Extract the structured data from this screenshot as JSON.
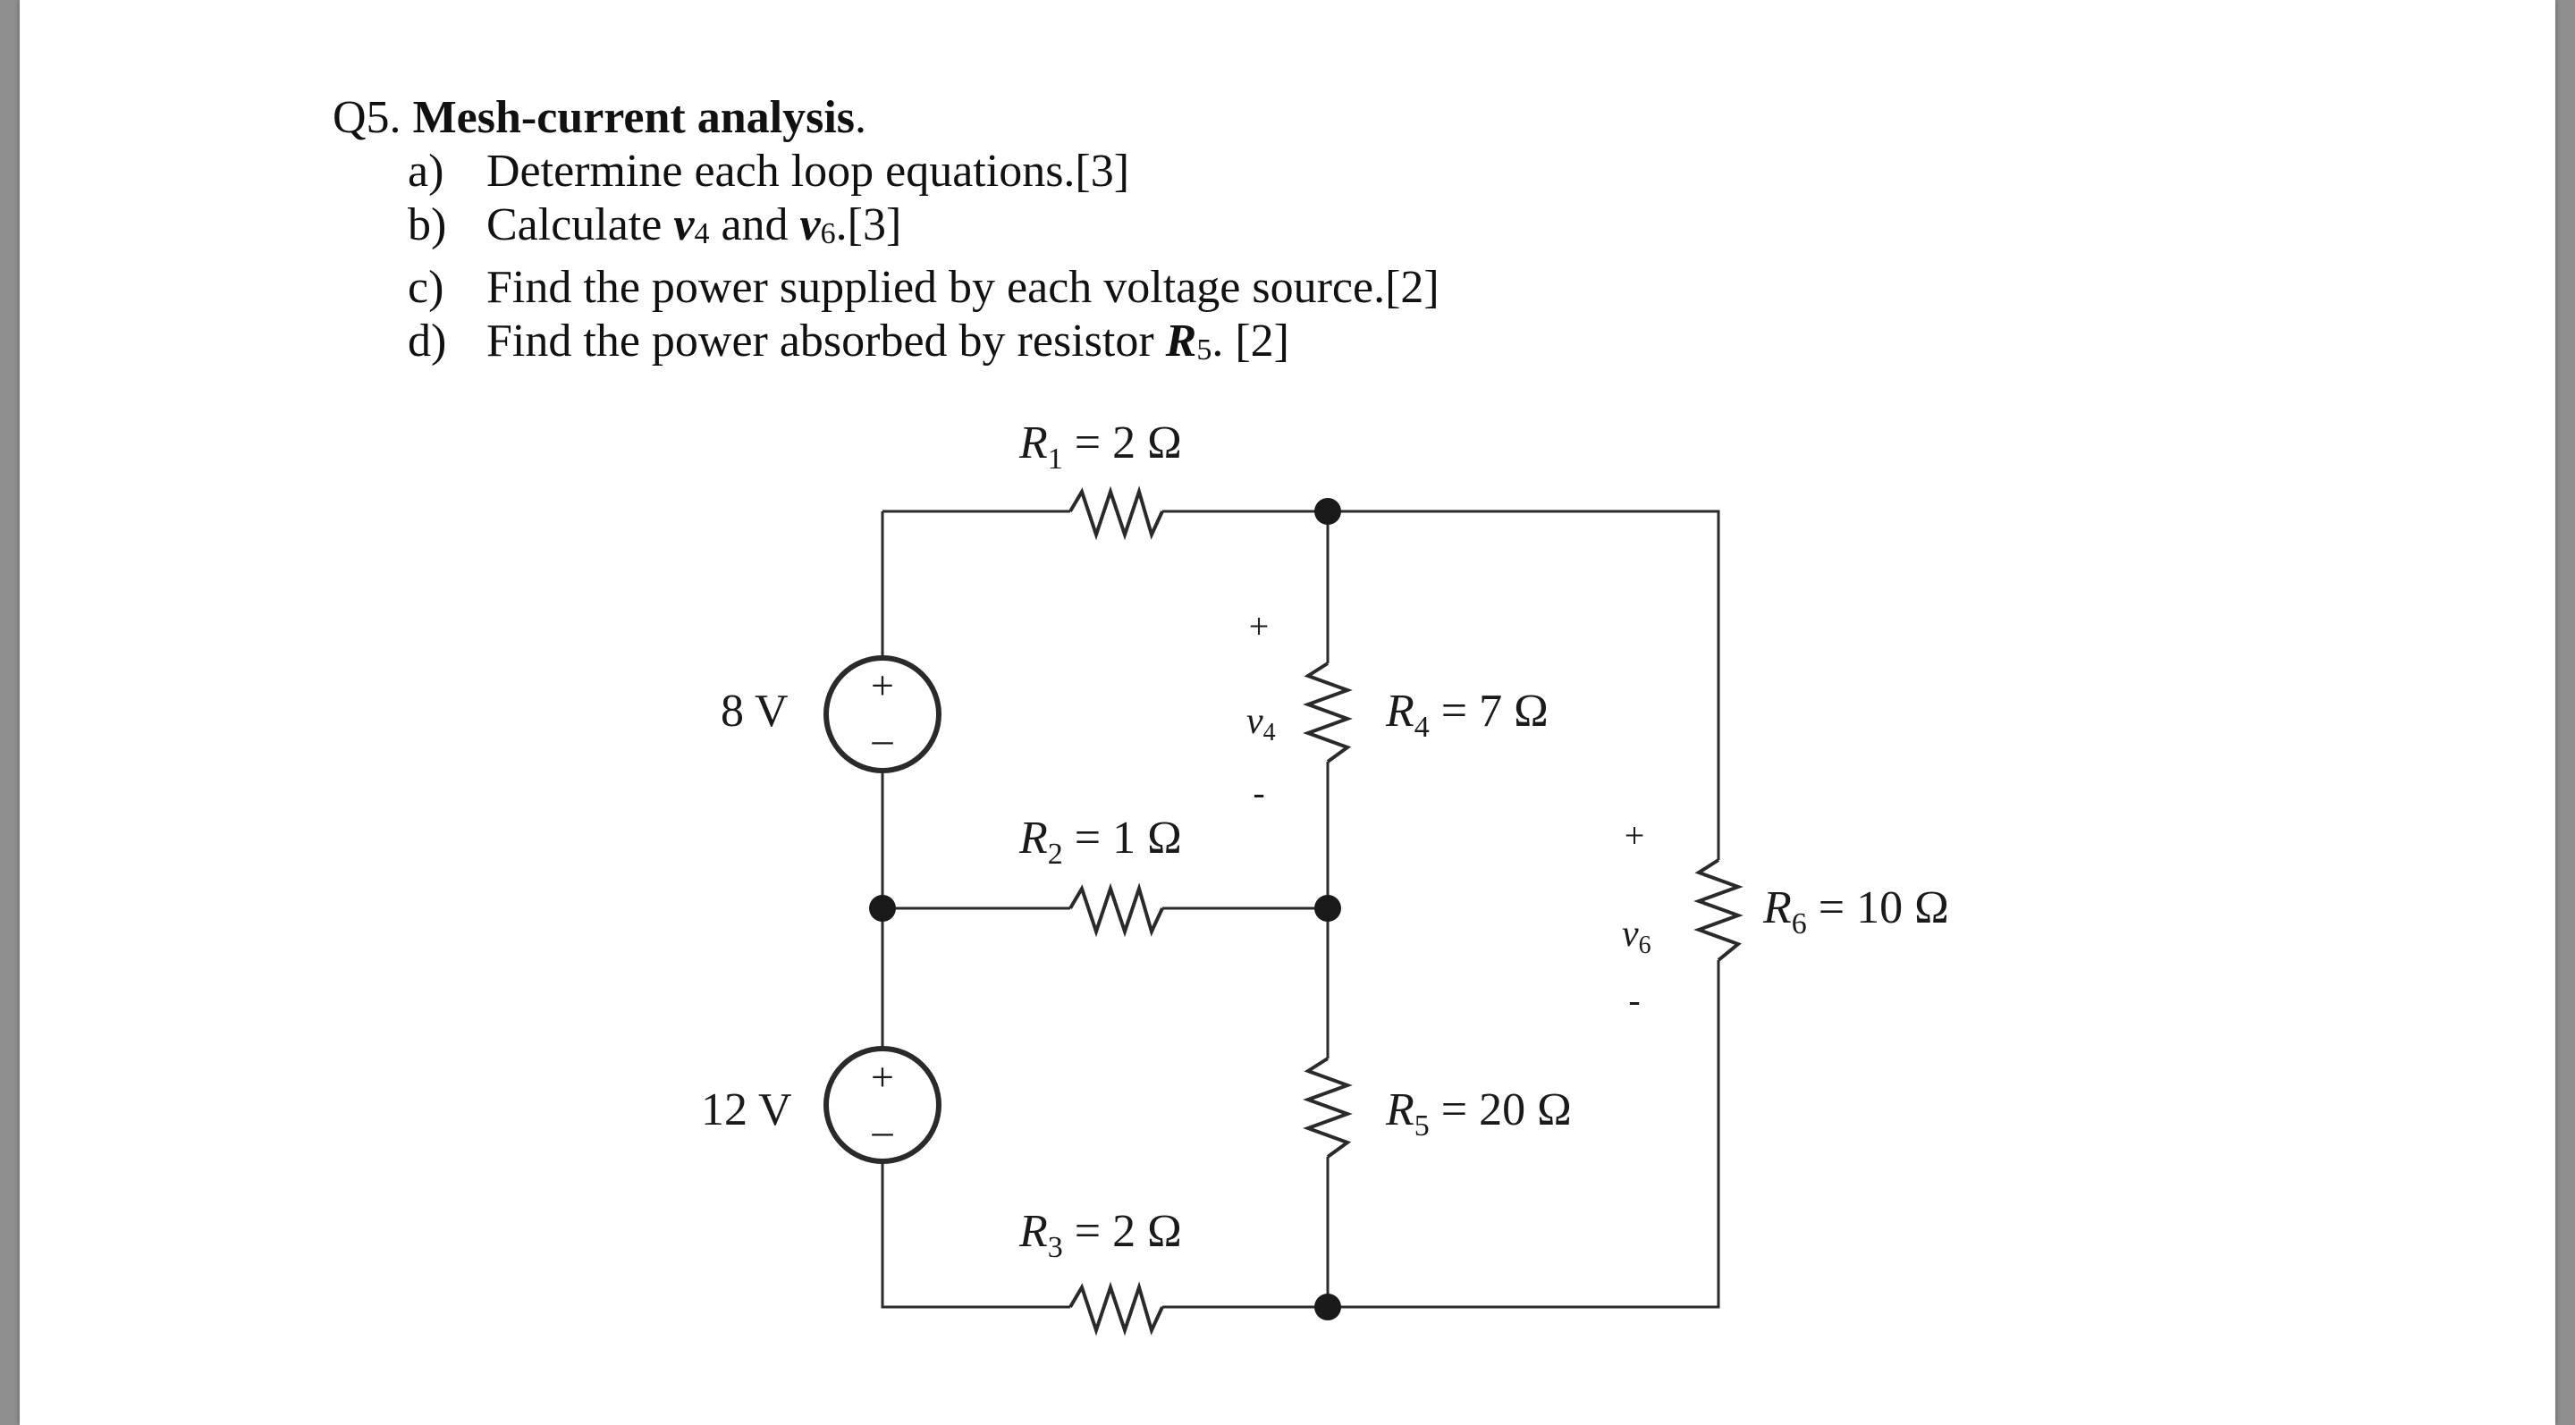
{
  "question": {
    "number": "Q5.",
    "title": "Mesh-current analysis",
    "title_end": ".",
    "parts": [
      {
        "letter": "a)",
        "text": "Determine each loop equations.[3]"
      },
      {
        "letter": "b)",
        "pre": "Calculate ",
        "sym1": "v",
        "sub1": "4",
        "mid": " and ",
        "sym2": "v",
        "sub2": "6",
        "post": ".[3]"
      },
      {
        "letter": "c)",
        "text": "Find the power supplied by each voltage source.[2]"
      },
      {
        "letter": "d)",
        "pre": "Find the power absorbed by resistor ",
        "sym1": "R",
        "sub1": "5",
        "post": ". [2]"
      }
    ]
  },
  "circuit": {
    "r1": {
      "name": "R",
      "sub": "1",
      "value": " = 2 Ω"
    },
    "r2": {
      "name": "R",
      "sub": "2",
      "value": " = 1 Ω"
    },
    "r3": {
      "name": "R",
      "sub": "3",
      "value": " = 2 Ω"
    },
    "r4": {
      "name": "R",
      "sub": "4",
      "value": " = 7 Ω"
    },
    "r5": {
      "name": "R",
      "sub": "5",
      "value": " = 20 Ω"
    },
    "r6": {
      "name": "R",
      "sub": "6",
      "value": " = 10 Ω"
    },
    "source_top": {
      "label": "8 V",
      "plus": "+",
      "minus": "–"
    },
    "source_bottom": {
      "label": "12 V",
      "plus": "+",
      "minus": "–"
    },
    "v4": {
      "plus": "+",
      "name": "v",
      "sub": "4",
      "minus": "-"
    },
    "v6": {
      "plus": "+",
      "name": "v",
      "sub": "6",
      "minus": "-"
    }
  }
}
